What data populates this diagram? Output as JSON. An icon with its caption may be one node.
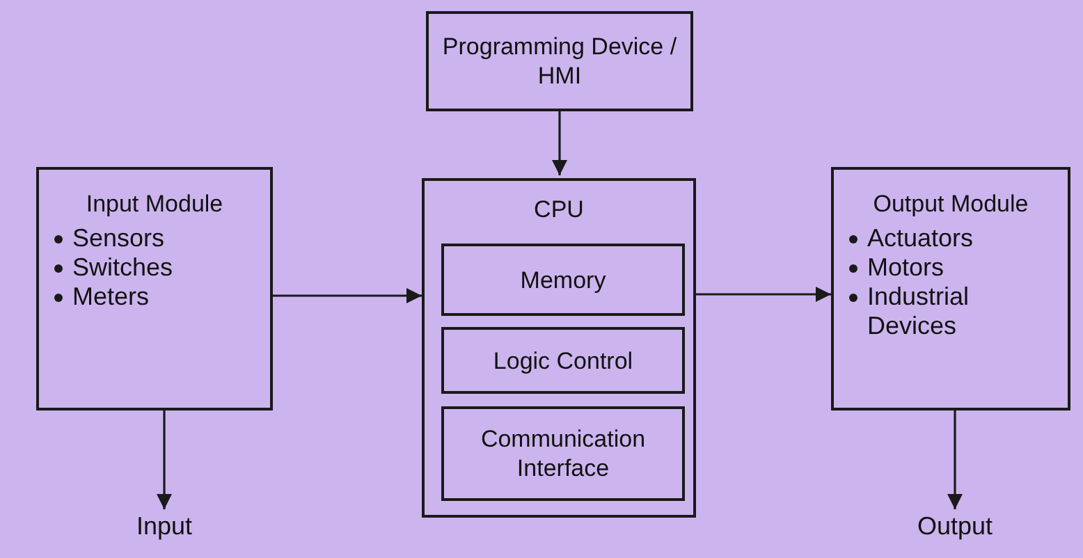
{
  "diagram": {
    "nodes": [
      {
        "text": [
          "Programming Device / HMI"
        ]
      },
      {
        "text": [
          "Input Module",
          "Sensors",
          "Switches",
          "Meters"
        ]
      },
      {
        "text": [
          "CPU"
        ]
      },
      {
        "text": [
          "Memory"
        ],
        "in": 2
      },
      {
        "text": [
          "Logic Control"
        ],
        "in": 2
      },
      {
        "text": [
          "Communication Interface"
        ],
        "in": 2
      },
      {
        "text": [
          "Output Module",
          "Actuators",
          "Motors",
          "Industrial Devices"
        ]
      },
      {
        "text": [
          "Input"
        ]
      },
      {
        "text": [
          "Output"
        ]
      }
    ],
    "edges": [
      {
        "from": 0,
        "to": 2,
        "arrow": "to"
      },
      {
        "from": 1,
        "to": 2,
        "arrow": "to"
      },
      {
        "from": 2,
        "to": 6,
        "arrow": "to"
      },
      {
        "from": 1,
        "to": 7,
        "arrow": "to"
      },
      {
        "from": 6,
        "to": 8,
        "arrow": "to"
      }
    ]
  }
}
